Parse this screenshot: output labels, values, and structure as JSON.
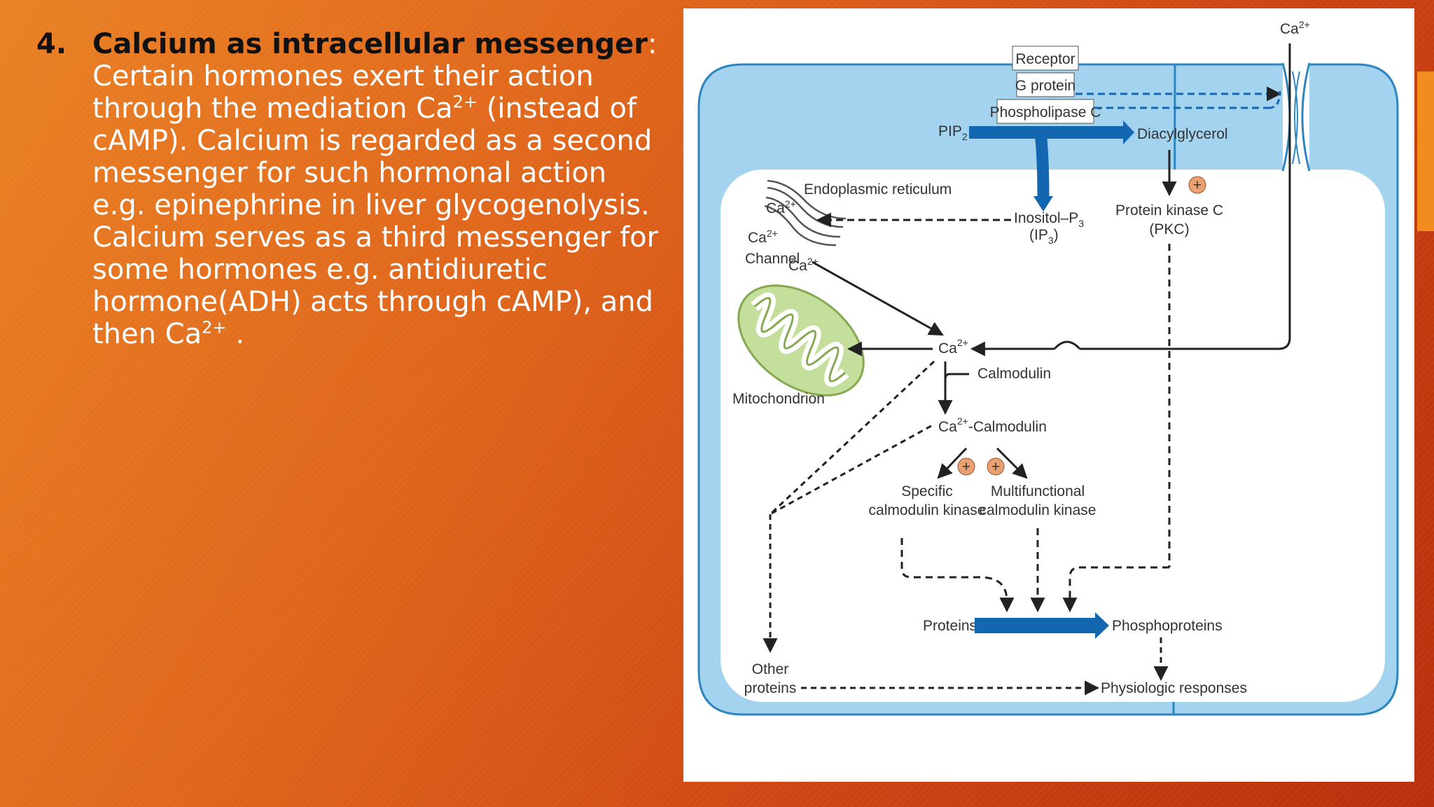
{
  "slide": {
    "number": "4.",
    "heading": "Calcium as intracellular messenger",
    "colon": ":",
    "text_parts": [
      " Certain hormones exert their action through the mediation Ca",
      "2+",
      " (instead of cAMP). Calcium is regarded as a second messenger for such hormonal action e.g. epinephrine in liver glycogenolysis. Calcium serves as a third messenger for some hormones e.g. antidiuretic hormone(ADH) acts through cAMP), and then Ca",
      "2+",
      " ."
    ]
  },
  "diagram": {
    "ca": "Ca",
    "charge": "2+",
    "receptor": "Receptor",
    "g_protein": "G protein",
    "phospholipase_c": "Phospholipase C",
    "pip2": "PIP",
    "pip2_sub": "2",
    "diacylglycerol": "Diacylglycerol",
    "endoplasmic_reticulum": "Endoplasmic reticulum",
    "channel": "Channel",
    "inositol": "Inositol–P",
    "inositol_sub": "3",
    "ip3_open": "(IP",
    "ip3_sub": "3",
    "ip3_close": ")",
    "protein_kinase_c": "Protein kinase C",
    "pkc": "(PKC)",
    "plus": "+",
    "mitochondrion": "Mitochondrion",
    "calmodulin": "Calmodulin",
    "ca_calmodulin": "-Calmodulin",
    "specific": "Specific",
    "specific_kinase": "calmodulin kinase",
    "multifunctional": "Multifunctional",
    "multifunctional_kinase": "calmodulin kinase",
    "proteins": "Proteins",
    "phosphoproteins": "Phosphoproteins",
    "other": "Other",
    "other_proteins": "proteins",
    "physiologic_responses": "Physiologic responses"
  },
  "colors": {
    "cell": "#a3d3ef",
    "cell_border": "#2e86c1",
    "arrow_blue": "#1366b0",
    "mito_fill": "#c4df9b",
    "mito_border": "#86a850",
    "plus_badge": "#e9a073",
    "heading_text": "#111111",
    "body_text": "#ffffff"
  }
}
